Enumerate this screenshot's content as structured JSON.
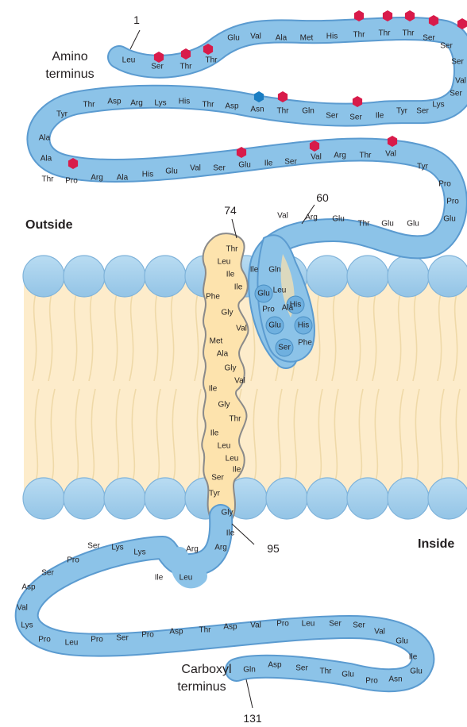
{
  "labels": {
    "amino_terminus": [
      "Amino",
      "terminus"
    ],
    "carboxyl_terminus": [
      "Carboxyl",
      "terminus"
    ],
    "outside": "Outside",
    "inside": "Inside",
    "n1": "1",
    "n60": "60",
    "n74": "74",
    "n95": "95",
    "n131": "131"
  },
  "colors": {
    "chain_blue": "#8cc3e8",
    "chain_edge": "#5b9bd0",
    "helix_fill": "#fde3ad",
    "head_blue": "#a9d3ee",
    "lipid_tail": "#fdeccb",
    "sugar_red": "#d81b4a",
    "sugar_blue": "#1a7dc2"
  },
  "residues": {
    "extracellular_1": [
      "Leu",
      "Ser",
      "Thr",
      "Thr",
      "Glu",
      "Val",
      "Ala",
      "Met",
      "His",
      "Thr",
      "Thr",
      "Thr",
      "Ser",
      "Ser",
      "Ser",
      "Val",
      "Ser"
    ],
    "extracellular_2": [
      "Lys",
      "Ser",
      "Tyr",
      "Ile",
      "Ser",
      "Ser",
      "Gln",
      "Thr",
      "Asn",
      "Asp",
      "Thr",
      "His",
      "Lys",
      "Arg",
      "Asp",
      "Thr",
      "Tyr",
      "Ala",
      "Ala"
    ],
    "extracellular_3": [
      "Thr",
      "Pro",
      "Arg",
      "Ala",
      "His",
      "Glu",
      "Val",
      "Ser",
      "Glu",
      "Ile",
      "Ser",
      "Val",
      "Arg",
      "Thr",
      "Val",
      "Tyr",
      "Pro",
      "Pro",
      "Glu"
    ],
    "extracellular_4": [
      "Glu",
      "Glu",
      "Thr",
      "Glu",
      "Arg",
      "Val"
    ],
    "inner_loop": [
      "Gln",
      "Ile",
      "Leu",
      "Ala",
      "Glu",
      "His",
      "Pro",
      "Glu",
      "His",
      "Ser",
      "Phe"
    ],
    "helix": [
      "Thr",
      "Leu",
      "Ile",
      "Ile",
      "Phe",
      "Gly",
      "Val",
      "Met",
      "Ala",
      "Gly",
      "Val",
      "Ile",
      "Gly",
      "Thr",
      "Ile",
      "Leu",
      "Leu",
      "Ile",
      "Ser",
      "Tyr",
      "Gly",
      "Ile"
    ],
    "cytoplasmic_1": [
      "Arg",
      "Arg",
      "Leu",
      "Ile",
      "Lys",
      "Lys",
      "Ser",
      "Pro",
      "Ser",
      "Asp",
      "Val",
      "Lys"
    ],
    "cytoplasmic_2": [
      "Pro",
      "Leu",
      "Pro",
      "Ser",
      "Pro",
      "Asp",
      "Thr",
      "Asp",
      "Val",
      "Pro",
      "Leu",
      "Ser",
      "Ser",
      "Val",
      "Glu",
      "Ile",
      "Glu",
      "Asn",
      "Pro",
      "Glu",
      "Thr",
      "Ser",
      "Asp",
      "Gln"
    ]
  }
}
